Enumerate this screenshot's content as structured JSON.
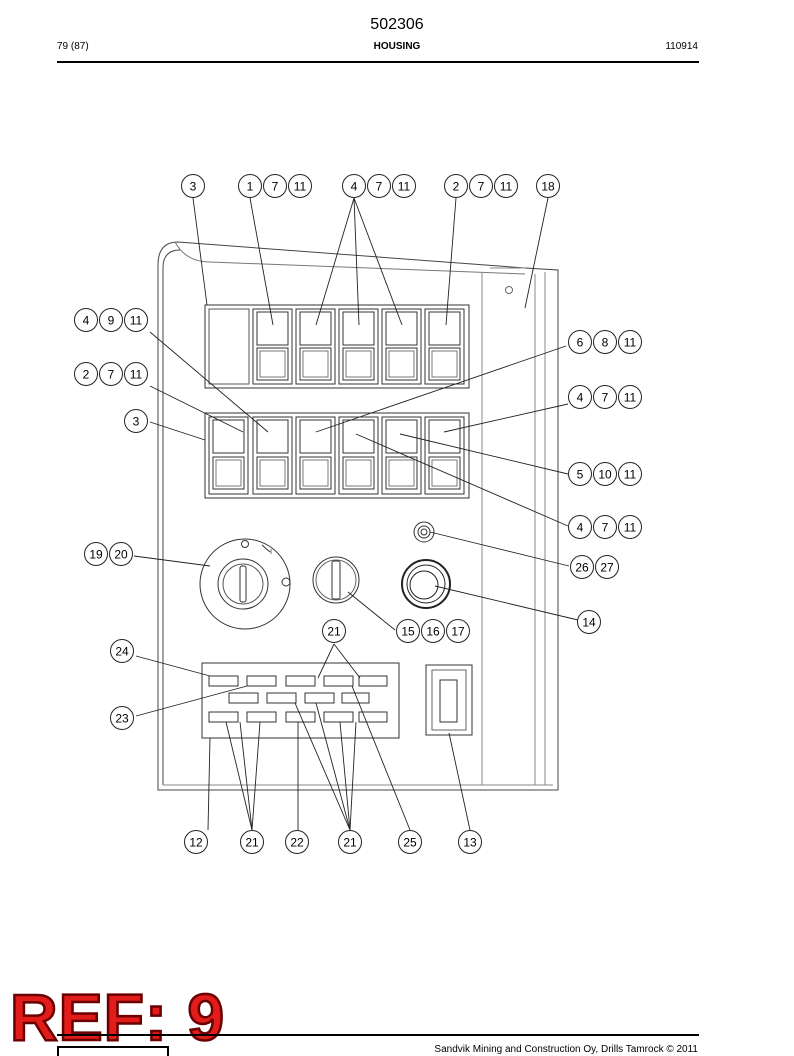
{
  "header": {
    "document_number": "502306",
    "page_ref": "79 (87)",
    "title": "HOUSING",
    "date_code": "110914"
  },
  "callouts": [
    {
      "id": "c-3-top",
      "labels": [
        "3"
      ]
    },
    {
      "id": "c-1-7-11",
      "labels": [
        "1",
        "7",
        "11"
      ]
    },
    {
      "id": "c-4-7-11-top",
      "labels": [
        "4",
        "7",
        "11"
      ]
    },
    {
      "id": "c-2-7-11-top",
      "labels": [
        "2",
        "7",
        "11"
      ]
    },
    {
      "id": "c-18",
      "labels": [
        "18"
      ]
    },
    {
      "id": "c-4-9-11",
      "labels": [
        "4",
        "9",
        "11"
      ]
    },
    {
      "id": "c-2-7-11-left",
      "labels": [
        "2",
        "7",
        "11"
      ]
    },
    {
      "id": "c-3-left",
      "labels": [
        "3"
      ]
    },
    {
      "id": "c-6-8-11",
      "labels": [
        "6",
        "8",
        "11"
      ]
    },
    {
      "id": "c-4-7-11-right",
      "labels": [
        "4",
        "7",
        "11"
      ]
    },
    {
      "id": "c-5-10-11",
      "labels": [
        "5",
        "10",
        "11"
      ]
    },
    {
      "id": "c-4-7-11-lower",
      "labels": [
        "4",
        "7",
        "11"
      ]
    },
    {
      "id": "c-19-20",
      "labels": [
        "19",
        "20"
      ]
    },
    {
      "id": "c-26-27",
      "labels": [
        "26",
        "27"
      ]
    },
    {
      "id": "c-14",
      "labels": [
        "14"
      ]
    },
    {
      "id": "c-21-mid",
      "labels": [
        "21"
      ]
    },
    {
      "id": "c-15-16-17",
      "labels": [
        "15",
        "16",
        "17"
      ]
    },
    {
      "id": "c-24",
      "labels": [
        "24"
      ]
    },
    {
      "id": "c-23",
      "labels": [
        "23"
      ]
    },
    {
      "id": "c-12",
      "labels": [
        "12"
      ]
    },
    {
      "id": "c-21-b1",
      "labels": [
        "21"
      ]
    },
    {
      "id": "c-22",
      "labels": [
        "22"
      ]
    },
    {
      "id": "c-21-b2",
      "labels": [
        "21"
      ]
    },
    {
      "id": "c-25",
      "labels": [
        "25"
      ]
    },
    {
      "id": "c-13",
      "labels": [
        "13"
      ]
    }
  ],
  "watermark": {
    "text": "REF: 9",
    "color": "#e21b1b"
  },
  "footer": {
    "copyright": "Sandvik Mining and Construction Oy, Drills Tamrock © 2011"
  }
}
